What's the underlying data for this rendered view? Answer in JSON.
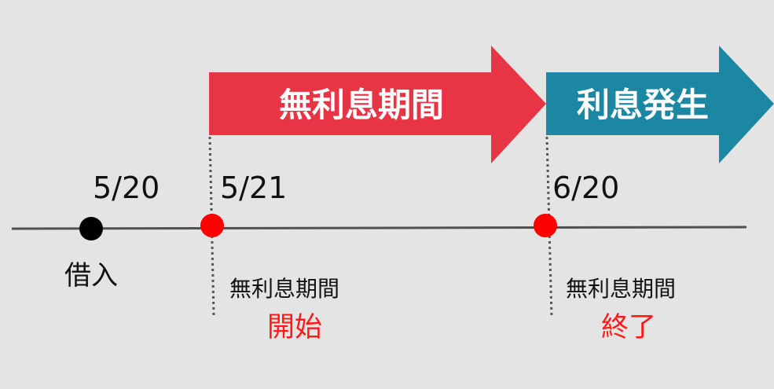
{
  "arrows": {
    "free_period": {
      "label": "無利息期間",
      "color": "#e83546"
    },
    "interest": {
      "label": "利息発生",
      "color": "#1b87a3"
    }
  },
  "timeline": {
    "points": [
      {
        "date": "5/20",
        "caption": "借入",
        "dot_color": "#000000"
      },
      {
        "date": "5/21",
        "caption_top": "無利息期間",
        "caption_bottom": "開始",
        "dot_color": "#ff0000"
      },
      {
        "date": "6/20",
        "caption_top": "無利息期間",
        "caption_bottom": "終了",
        "dot_color": "#ff0000"
      }
    ]
  }
}
